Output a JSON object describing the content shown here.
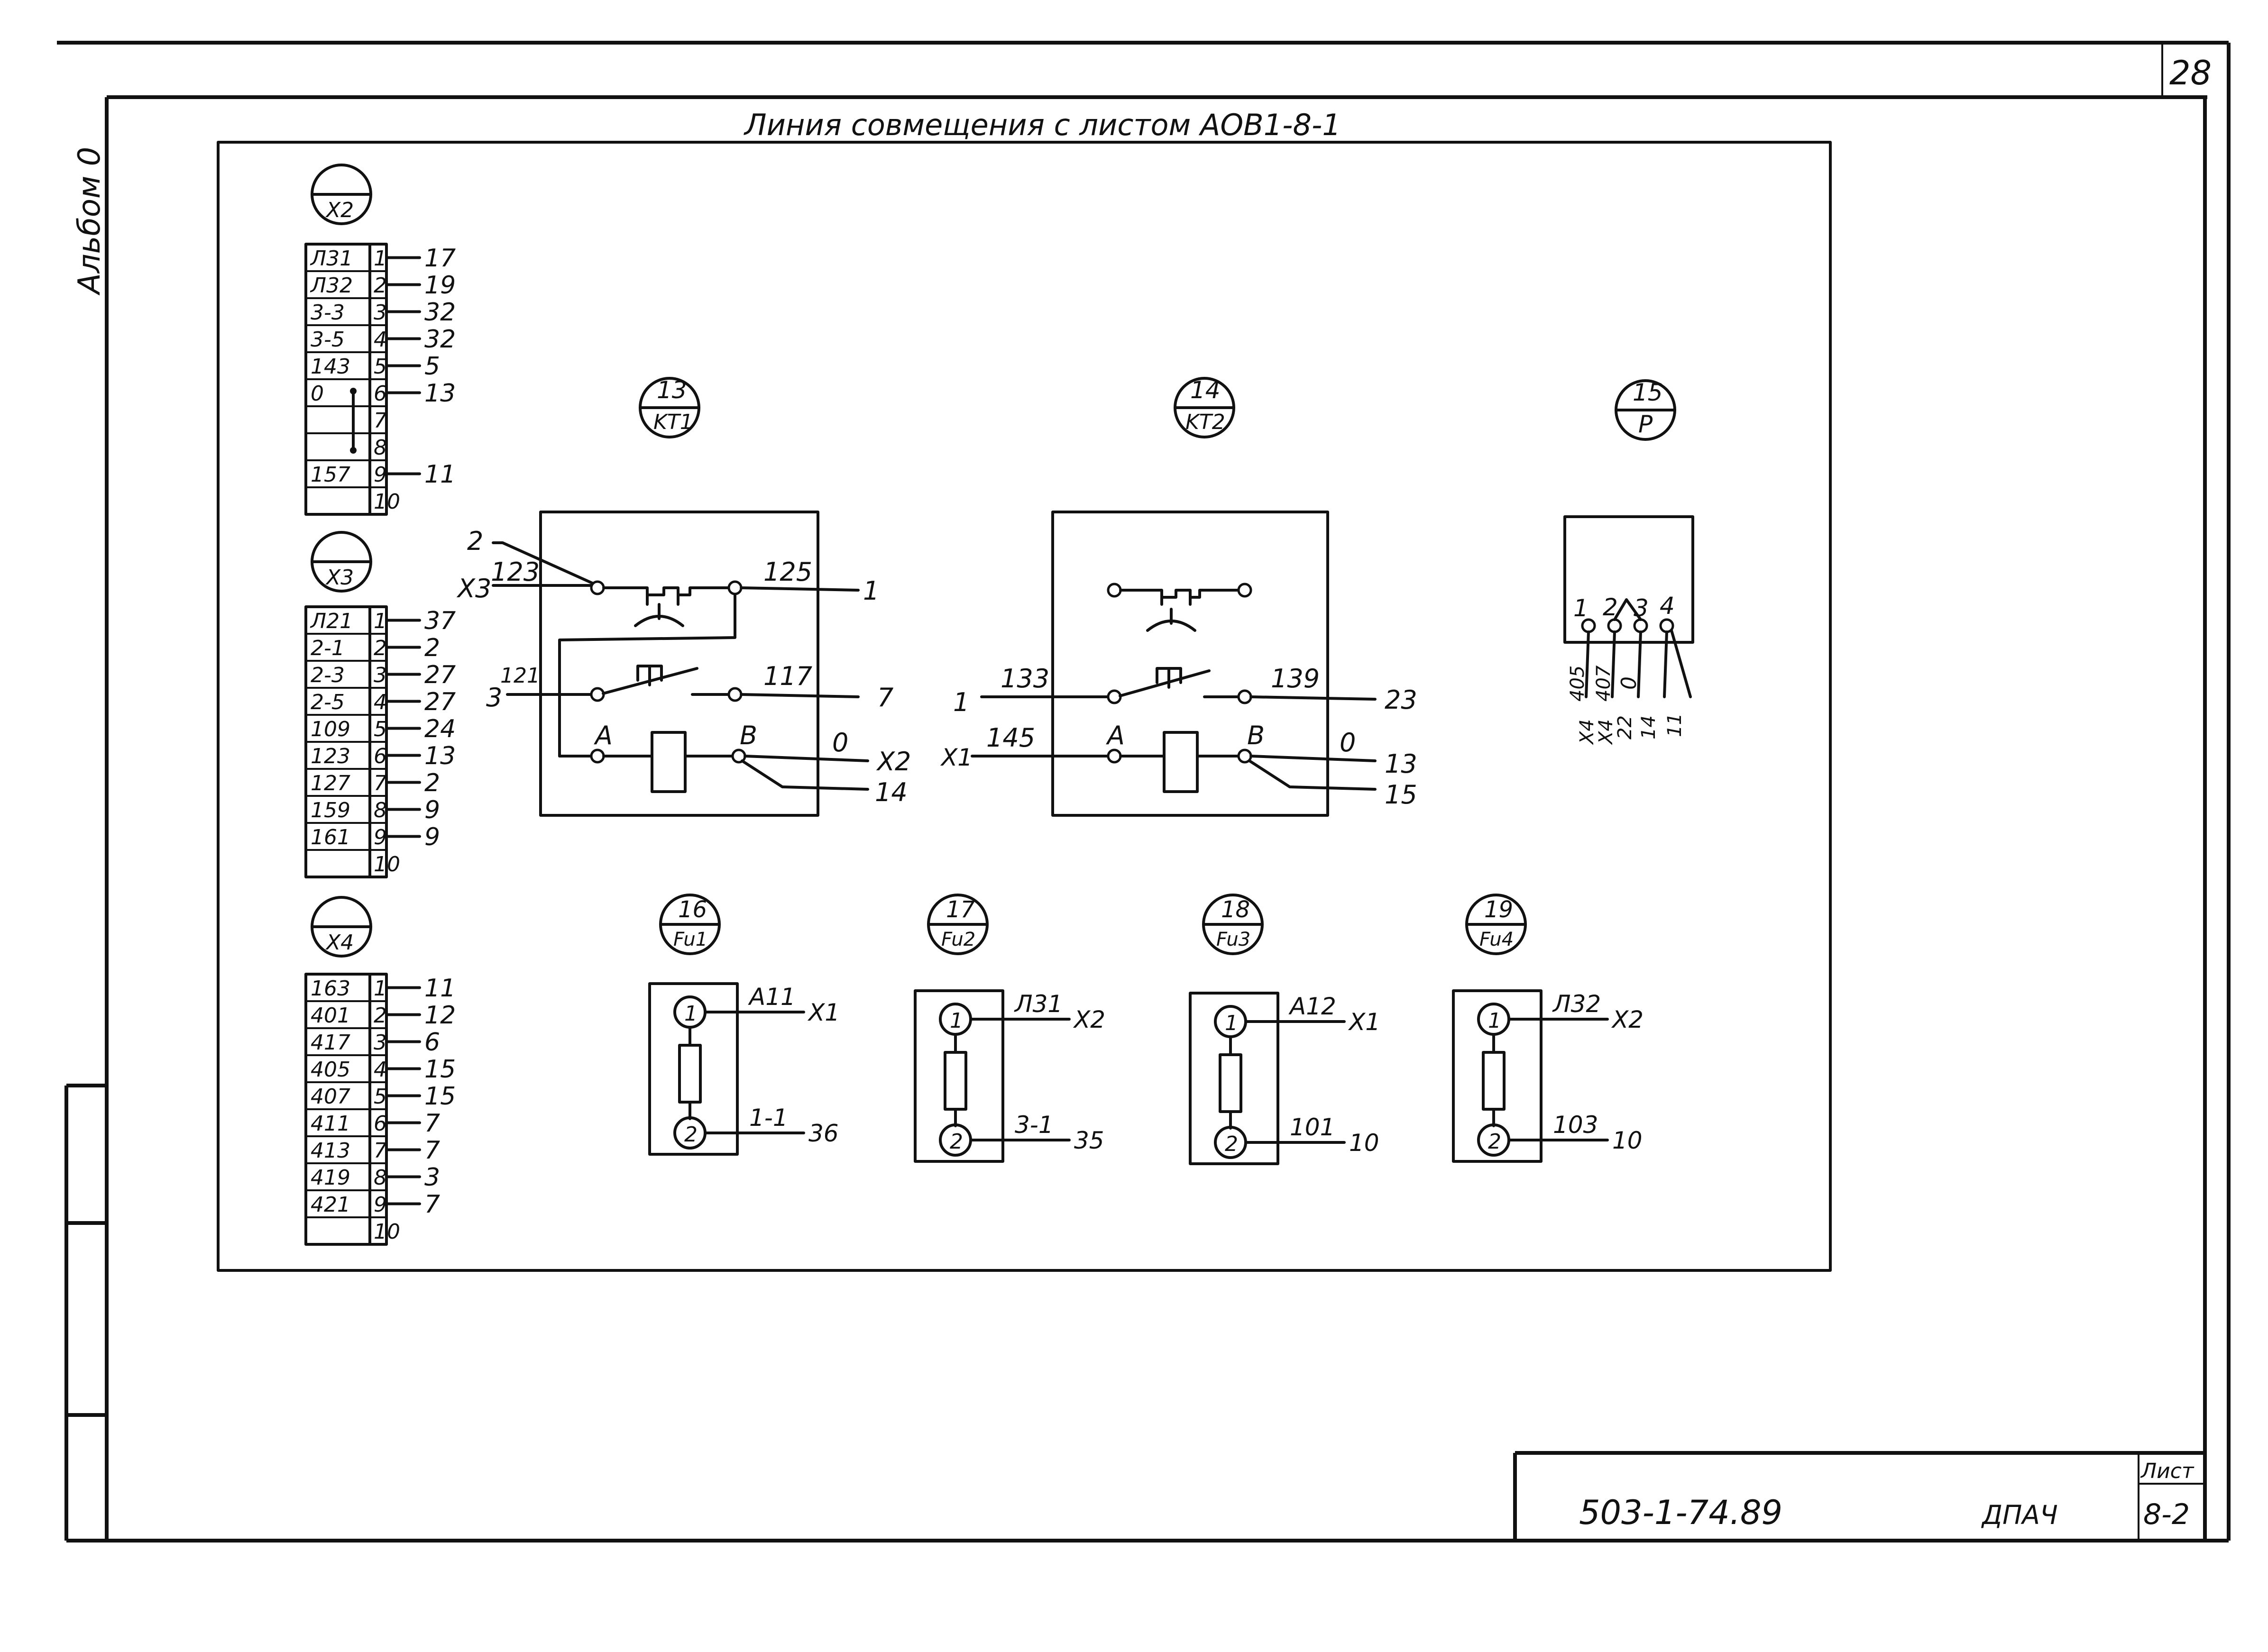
{
  "sheet_number": "28",
  "album_label": "Альбом 0",
  "line_caption": "Линия совмещения с листом АОВ1-8-1",
  "title_block": {
    "code": "503-1-74.89",
    "section": "ДПАЧ",
    "sheet_label": "Лист",
    "sheet_value": "8-2"
  },
  "connectors": [
    {
      "tag": "X2",
      "rows": [
        [
          "Л31",
          "1",
          "17"
        ],
        [
          "Л32",
          "2",
          "19"
        ],
        [
          "3-3",
          "3",
          "32"
        ],
        [
          "3-5",
          "4",
          "32"
        ],
        [
          "143",
          "5",
          "5"
        ],
        [
          "0",
          "6",
          "13"
        ],
        [
          "",
          "7",
          ""
        ],
        [
          "",
          "8",
          ""
        ],
        [
          "157",
          "9",
          "11"
        ],
        [
          "",
          "10",
          ""
        ]
      ]
    },
    {
      "tag": "X3",
      "rows": [
        [
          "Л21",
          "1",
          "37"
        ],
        [
          "2-1",
          "2",
          "2"
        ],
        [
          "2-3",
          "3",
          "27"
        ],
        [
          "2-5",
          "4",
          "27"
        ],
        [
          "109",
          "5",
          "24"
        ],
        [
          "123",
          "6",
          "13"
        ],
        [
          "127",
          "7",
          "2"
        ],
        [
          "159",
          "8",
          "9"
        ],
        [
          "161",
          "9",
          "9"
        ],
        [
          "",
          "10",
          ""
        ]
      ]
    },
    {
      "tag": "X4",
      "rows": [
        [
          "163",
          "1",
          "11"
        ],
        [
          "401",
          "2",
          "12"
        ],
        [
          "417",
          "3",
          "6"
        ],
        [
          "405",
          "4",
          "15"
        ],
        [
          "407",
          "5",
          "15"
        ],
        [
          "411",
          "6",
          "7"
        ],
        [
          "413",
          "7",
          "7"
        ],
        [
          "419",
          "8",
          "3"
        ],
        [
          "421",
          "9",
          "7"
        ],
        [
          "",
          "10",
          ""
        ]
      ]
    }
  ],
  "relays": [
    {
      "num": "13",
      "tag": "KT1",
      "labels": {
        "in_top_a": "2",
        "in_top_b": "123",
        "in_prefix": "X3",
        "out_top_wire": "125",
        "out_top": "1",
        "in_mid_a": "3",
        "in_mid_b": "121",
        "out_mid_wire": "117",
        "out_mid": "7",
        "coil_a": "A",
        "coil_b": "B",
        "out_low_wire": "0",
        "out_low_1": "X2",
        "out_low_2": "14"
      }
    },
    {
      "num": "14",
      "tag": "KT2",
      "labels": {
        "in_mid_a": "1",
        "in_mid_b": "133",
        "out_mid_wire": "139",
        "out_mid": "23",
        "in_low_prefix": "X1",
        "in_low_wire": "145",
        "coil_a": "A",
        "coil_b": "B",
        "out_low_wire": "0",
        "out_low_1": "13",
        "out_low_2": "15"
      }
    }
  ],
  "switch_p": {
    "num": "15",
    "tag": "P",
    "pins": [
      "1",
      "2",
      "3",
      "4"
    ],
    "wires": [
      "405",
      "407",
      "0"
    ],
    "targets": [
      "X4",
      "X4",
      "22",
      "14",
      "11"
    ]
  },
  "fuses": [
    {
      "num": "16",
      "tag": "Fu1",
      "pin1": "1",
      "pin2": "2",
      "w1": "A11",
      "t1": "X1",
      "w2": "1-1",
      "t2": "36"
    },
    {
      "num": "17",
      "tag": "Fu2",
      "pin1": "1",
      "pin2": "2",
      "w1": "Л31",
      "t1": "X2",
      "w2": "3-1",
      "t2": "35"
    },
    {
      "num": "18",
      "tag": "Fu3",
      "pin1": "1",
      "pin2": "2",
      "w1": "A12",
      "t1": "X1",
      "w2": "101",
      "t2": "10"
    },
    {
      "num": "19",
      "tag": "Fu4",
      "pin1": "1",
      "pin2": "2",
      "w1": "Л32",
      "t1": "X2",
      "w2": "103",
      "t2": "10"
    }
  ]
}
